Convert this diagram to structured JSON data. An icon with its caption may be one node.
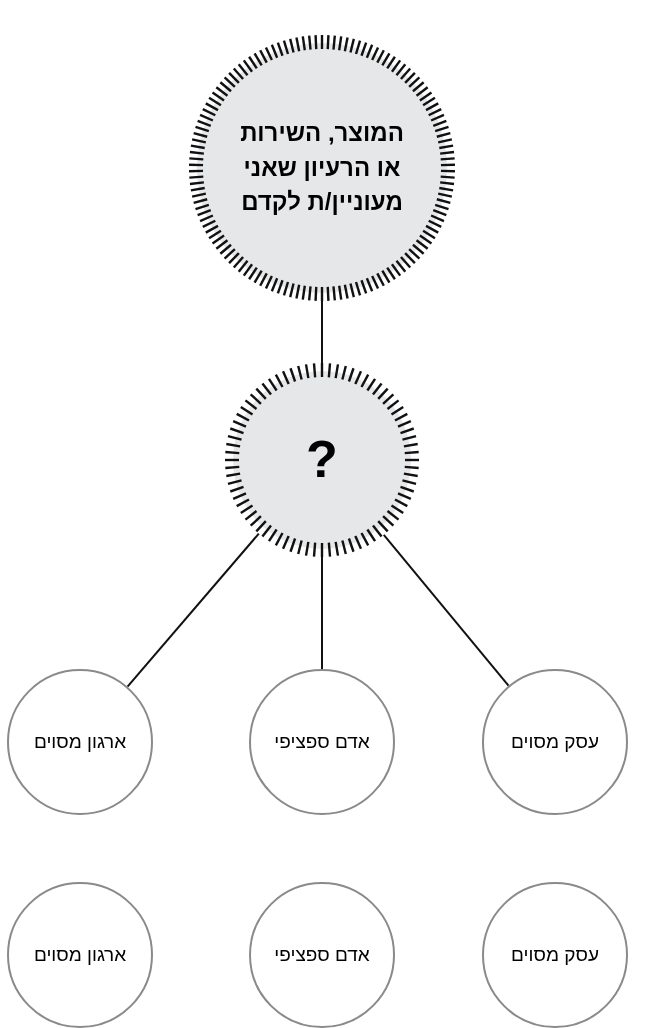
{
  "diagram": {
    "nodes": [
      {
        "text": [
          "המוצר, השירות או הרעיון שאני מעוניין/ת לקדם"
        ]
      },
      {
        "text": [
          "?"
        ]
      },
      {
        "text": [
          "ארגון מסוים"
        ]
      },
      {
        "text": [
          "אדם ספציפי"
        ]
      },
      {
        "text": [
          "עסק מסוים"
        ]
      },
      {
        "text": [
          "ארגון מסוים"
        ]
      },
      {
        "text": [
          "אדם ספציפי"
        ]
      },
      {
        "text": [
          "עסק מסוים"
        ]
      }
    ],
    "edges": [
      {
        "from": 0,
        "to": 1,
        "arrow": "none"
      },
      {
        "from": 1,
        "to": 2,
        "arrow": "none"
      },
      {
        "from": 1,
        "to": 3,
        "arrow": "none"
      },
      {
        "from": 1,
        "to": 4,
        "arrow": "none"
      }
    ]
  }
}
